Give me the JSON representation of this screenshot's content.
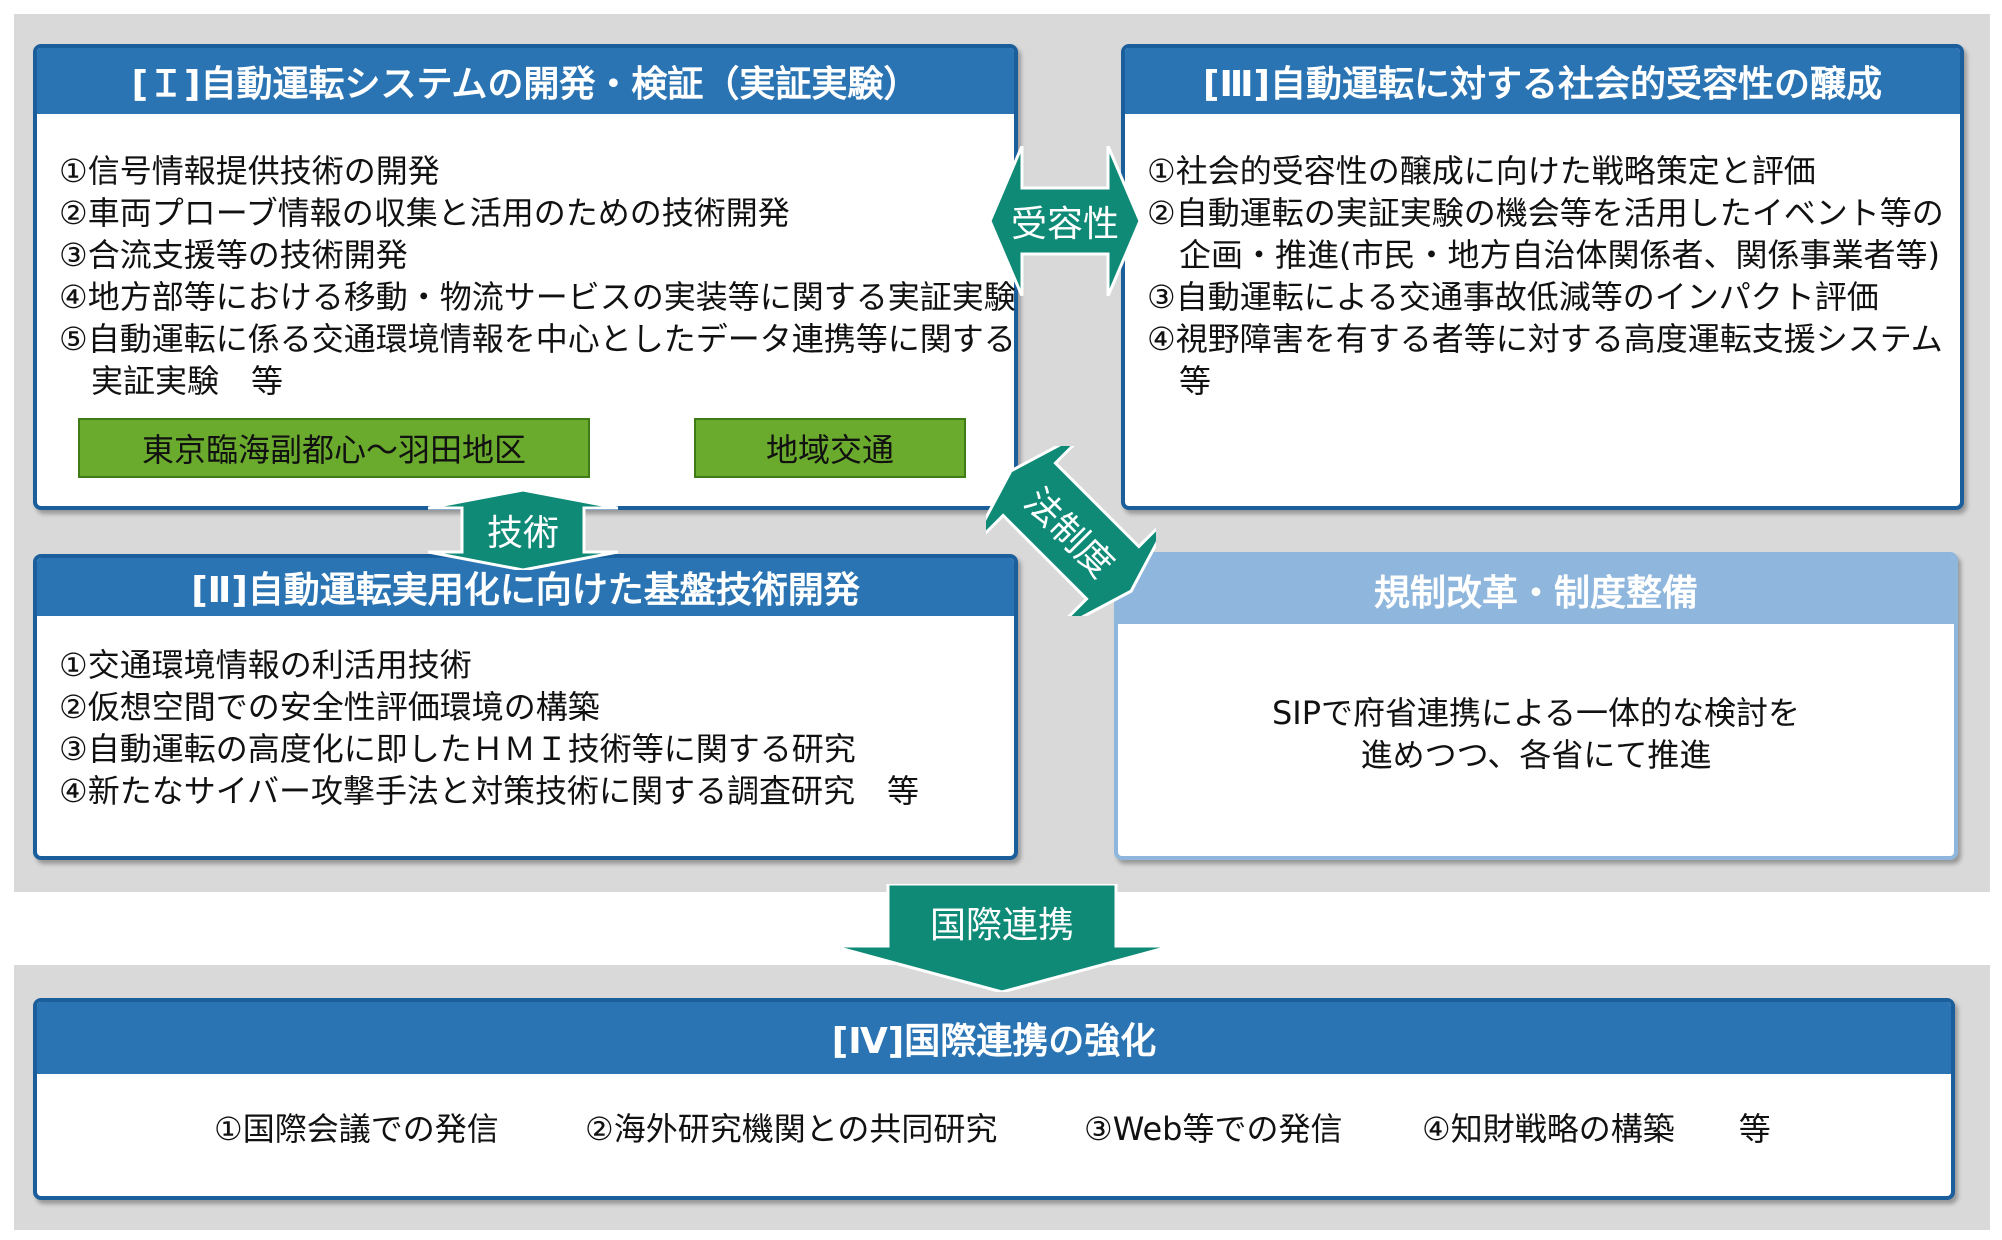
{
  "colors": {
    "header_blue": "#2a74b4",
    "border_blue": "#1b5e9c",
    "header_light_blue": "#8fb6dc",
    "arrow_teal": "#0e8a76",
    "tag_green": "#6aaa2d",
    "panel_gray": "#d9d9d9"
  },
  "box1": {
    "title": "[Ｉ]自動運転システムの開発・検証（実証実験）",
    "items": [
      "①信号情報提供技術の開発",
      "②車両プローブ情報の収集と活用のための技術開発",
      "③合流支援等の技術開発",
      "④地方部等における移動・物流サービスの実装等に関する実証実験",
      "⑤自動運転に係る交通環境情報を中心としたデータ連携等に関する",
      "実証実験　等"
    ],
    "tags": [
      "東京臨海副都心～羽田地区",
      "地域交通"
    ]
  },
  "box2": {
    "title": "[Ⅱ]自動運転実用化に向けた基盤技術開発",
    "items": [
      "①交通環境情報の利活用技術",
      "②仮想空間での安全性評価環境の構築",
      "③自動運転の高度化に即したＨＭＩ技術等に関する研究",
      "④新たなサイバー攻撃手法と対策技術に関する調査研究　等"
    ]
  },
  "box3": {
    "title": "[Ⅲ]自動運転に対する社会的受容性の醸成",
    "items": [
      "①社会的受容性の醸成に向けた戦略策定と評価",
      "②自動運転の実証実験の機会等を活用したイベント等の",
      "企画・推進(市民・地方自治体関係者、関係事業者等)",
      "③自動運転による交通事故低減等のインパクト評価",
      "④視野障害を有する者等に対する高度運転支援システム",
      "等"
    ]
  },
  "box_reg": {
    "title": "規制改革・制度整備",
    "lines": [
      "SIPで府省連携による一体的な検討を",
      "進めつつ、各省にて推進"
    ]
  },
  "box4": {
    "title": "[Ⅳ]国際連携の強化",
    "items": [
      "①国際会議での発信",
      "②海外研究機関との共同研究",
      "③Web等での発信",
      "④知財戦略の構築　　等"
    ]
  },
  "arrows": {
    "acceptance": "受容性",
    "technology": "技術",
    "law": "法制度",
    "international": "国際連携"
  }
}
